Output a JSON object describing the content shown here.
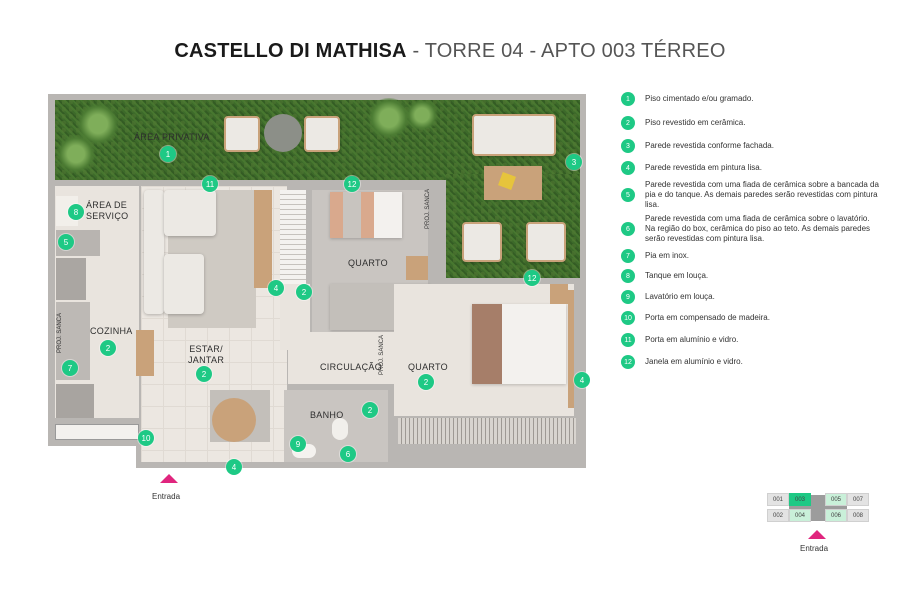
{
  "header": {
    "title_bold": "CASTELLO DI MATHISA",
    "title_rest": " - TORRE 04 - APTO 003 TÉRREO"
  },
  "plan": {
    "rooms": {
      "area_privativa": "ÁREA PRIVATIVA",
      "area_servico": "ÁREA DE\nSERVIÇO",
      "cozinha": "COZINHA",
      "estar_jantar": "ESTAR/\nJANTAR",
      "quarto1": "QUARTO",
      "quarto2": "QUARTO",
      "circulacao": "CIRCULAÇÃO",
      "banho": "BANHO"
    },
    "annotations": {
      "proj_sanca": "PROJ. SANCA"
    },
    "entrance_label": "Entrada",
    "marker_color": "#1ec985",
    "entrance_color": "#e0257e"
  },
  "legend": {
    "items": [
      {
        "num": "1",
        "text": "Piso cimentado e/ou gramado."
      },
      {
        "num": "2",
        "text": "Piso revestido em cerâmica."
      },
      {
        "num": "3",
        "text": "Parede revestida conforme fachada."
      },
      {
        "num": "4",
        "text": "Parede revestida em pintura lisa."
      },
      {
        "num": "5",
        "text": "Parede revestida com uma fiada de cerâmica sobre a bancada da pia e do tanque. As demais paredes serão revestidas com pintura lisa."
      },
      {
        "num": "6",
        "text": "Parede revestida com uma fiada de cerâmica sobre o lavatório. Na região do box, cerâmica do piso ao teto. As demais paredes serão revestidas com pintura lisa."
      },
      {
        "num": "7",
        "text": "Pia em inox."
      },
      {
        "num": "8",
        "text": "Tanque em louça."
      },
      {
        "num": "9",
        "text": "Lavatório em louça."
      },
      {
        "num": "10",
        "text": "Porta em compensado de madeira."
      },
      {
        "num": "11",
        "text": "Porta em alumínio e vidro."
      },
      {
        "num": "12",
        "text": "Janela em alumínio e vidro."
      }
    ]
  },
  "key_plan": {
    "units_top": [
      "001",
      "003",
      "005",
      "007"
    ],
    "units_bottom": [
      "002",
      "004",
      "006",
      "008"
    ],
    "highlight_unit": "003",
    "highlight_color": "#1ec985",
    "light_color": "#c9f0d9",
    "entrance_label": "Entrada"
  }
}
